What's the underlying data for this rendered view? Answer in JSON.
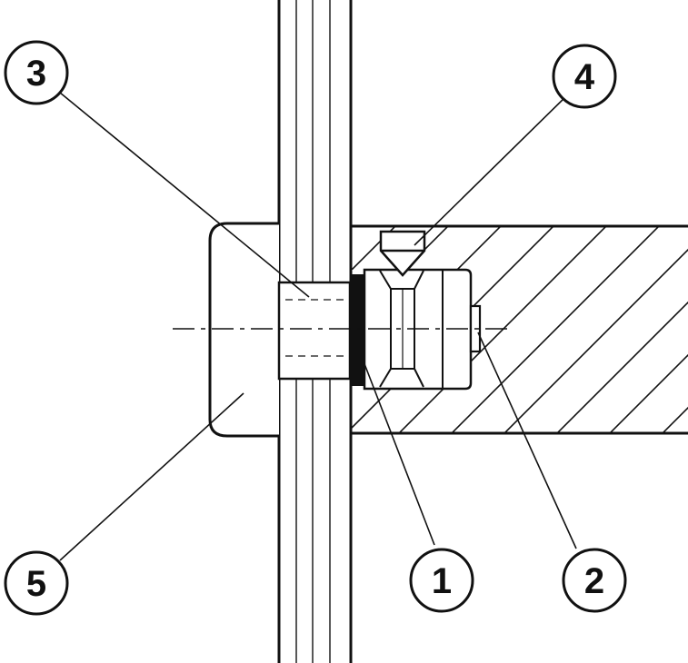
{
  "colors": {
    "line": "#111111",
    "background": "#ffffff"
  },
  "callouts": {
    "c1": "1",
    "c2": "2",
    "c3": "3",
    "c4": "4",
    "c5": "5"
  }
}
